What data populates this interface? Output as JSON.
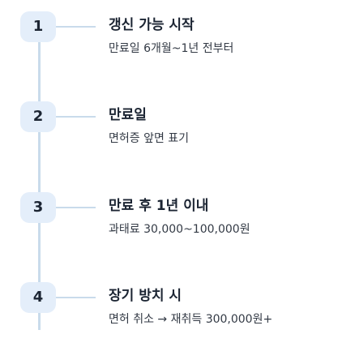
{
  "steps": [
    {
      "number": "1",
      "title": "갱신 가능 시작",
      "description": "만료일 6개월~1년 전부터"
    },
    {
      "number": "2",
      "title": "만료일",
      "description": "면허증 앞면 표기"
    },
    {
      "number": "3",
      "title": "만료 후 1년 이내",
      "description": "과태료 30,000~100,000원"
    },
    {
      "number": "4",
      "title": "장기 방치 시",
      "description": "면허 취소 → 재취득 300,000원+"
    }
  ]
}
